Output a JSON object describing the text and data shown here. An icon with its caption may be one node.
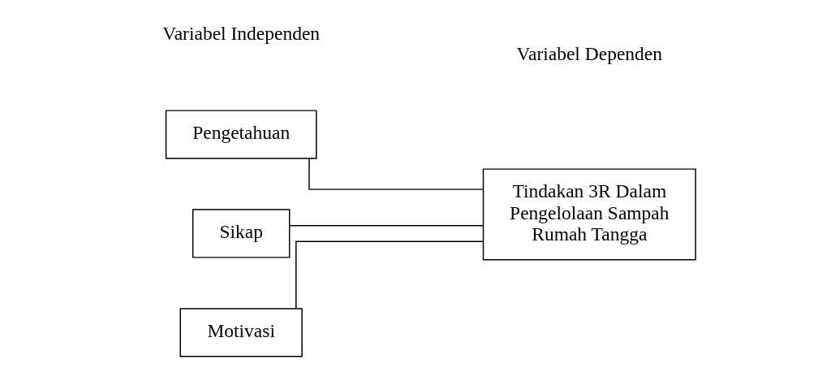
{
  "diagram": {
    "nodes": [
      {
        "text": [
          "Pengetahuan"
        ]
      },
      {
        "text": [
          "Sikap"
        ]
      },
      {
        "text": [
          "Motivasi"
        ]
      },
      {
        "text": [
          "Tindakan 3R Dalam Pengelolaan Sampah Rumah Tangga"
        ]
      }
    ],
    "edges": [
      {
        "from": 0,
        "to": 3,
        "arrow": "none"
      },
      {
        "from": 1,
        "to": 3,
        "arrow": "none"
      },
      {
        "from": 2,
        "to": 3,
        "arrow": "none"
      }
    ],
    "labels": [
      "Variabel Independen",
      "Variabel Dependen"
    ]
  }
}
